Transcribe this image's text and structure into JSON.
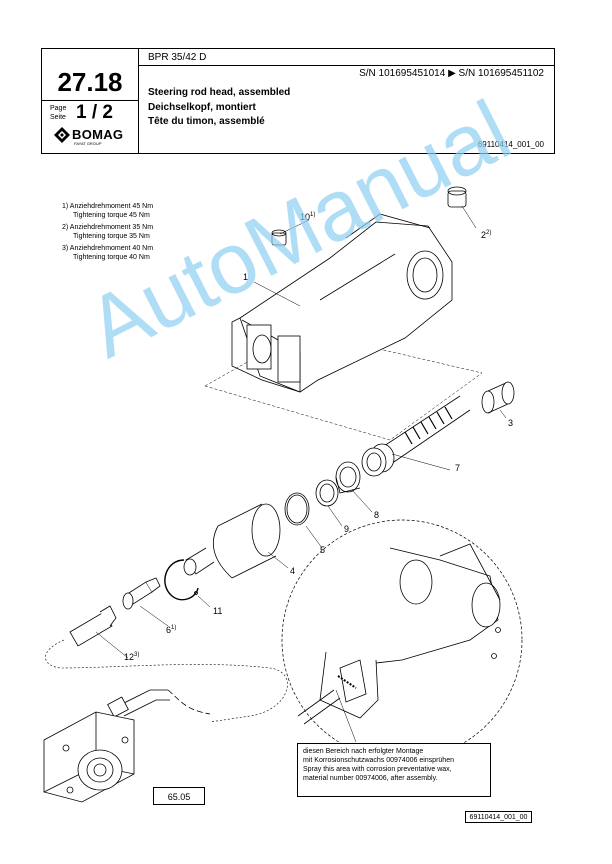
{
  "header": {
    "model": "BPR 35/42 D",
    "serial_range": "S/N 101695451014  ▶  S/N 101695451102",
    "section_number": "27.18",
    "page_label_de": "Page",
    "page_label_en": "Seite",
    "page_number": "1 / 2",
    "brand": "BOMAG",
    "brand_sub": "FAYAT GROUP",
    "title_en": "Steering rod head, assembled",
    "title_de": "Deichselkopf, montiert",
    "title_fr": "Tête du timon, assemblé",
    "doc_id": "69110414_001_00"
  },
  "notes": [
    {
      "de": "1)  Anziehdrehmoment 45 Nm",
      "en": "Tightening torque 45 Nm"
    },
    {
      "de": "2)  Anziehdrehmoment 35 Nm",
      "en": "Tightening torque 35 Nm"
    },
    {
      "de": "3)  Anziehdrehmoment 40 Nm",
      "en": "Tightening torque 40 Nm"
    }
  ],
  "part_labels": {
    "p1": "1",
    "p2": "2",
    "p2_note": "2)",
    "p3": "3",
    "p4": "4",
    "p5": "5",
    "p6": "6",
    "p6_note": "1)",
    "p7": "7",
    "p8": "8",
    "p9": "9",
    "p10": "10",
    "p10_note": "1)",
    "p11": "11",
    "p12": "12",
    "p12_note": "3)"
  },
  "spray_note": {
    "line1": "diesen Bereich nach erfolgter Montage",
    "line2": "mit Korrosionschutzwachs 00974006 einsprühen",
    "line3": "Spray this area with corrosion preventative wax,",
    "line4": "material number 00974006, after assembly."
  },
  "reference": "65.05",
  "footer_id": "69110414_001_00",
  "watermark": "AutoManual"
}
